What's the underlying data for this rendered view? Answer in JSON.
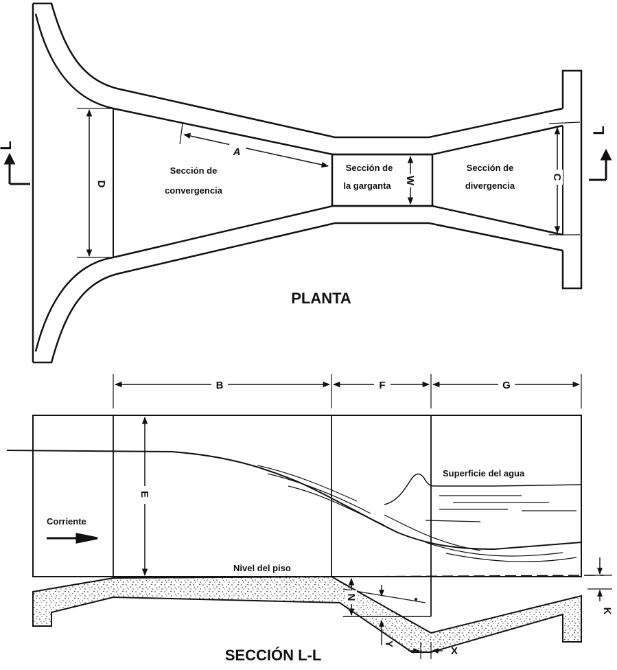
{
  "plan": {
    "title": "PLANTA",
    "dim_A": "A",
    "dim_D": "D",
    "dim_W": "W",
    "dim_C": "C",
    "section_marker_left": "L",
    "section_marker_right": "L",
    "convergence_line1": "Sección de",
    "convergence_line2": "convergencia",
    "throat_line1": "Sección de",
    "throat_line2": "la garganta",
    "divergence_line1": "Sección de",
    "divergence_line2": "divergencia"
  },
  "section": {
    "title": "SECCIÓN  L-L",
    "dim_B": "B",
    "dim_F": "F",
    "dim_G": "G",
    "dim_E": "E",
    "dim_N": "N",
    "dim_K": "K",
    "dim_Y": "Y",
    "dim_X": "X",
    "flow_label": "Corriente",
    "water_surface_label": "Superficie del agua",
    "floor_level_label": "Nivel del piso"
  }
}
